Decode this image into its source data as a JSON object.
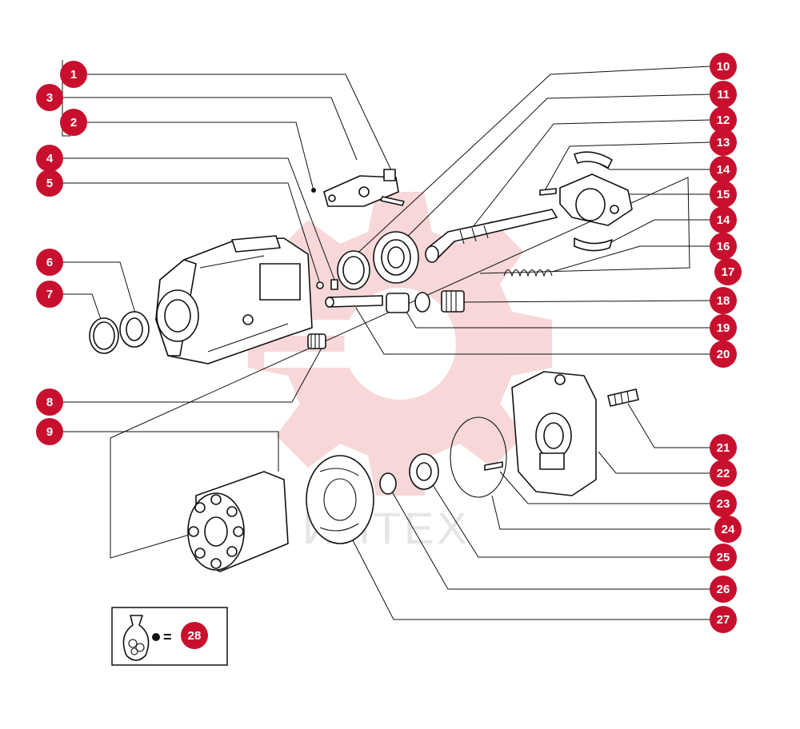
{
  "watermark": {
    "text": "ИНТЕХ",
    "color": "#f2b8b8"
  },
  "accent_color": "#c8102e",
  "callouts": [
    {
      "label": "1"
    },
    {
      "label": "3"
    },
    {
      "label": "2"
    },
    {
      "label": "4"
    },
    {
      "label": "5"
    },
    {
      "label": "6"
    },
    {
      "label": "7"
    },
    {
      "label": "8"
    },
    {
      "label": "9"
    },
    {
      "label": "10"
    },
    {
      "label": "11"
    },
    {
      "label": "12"
    },
    {
      "label": "13"
    },
    {
      "label": "14"
    },
    {
      "label": "15"
    },
    {
      "label": "14"
    },
    {
      "label": "16"
    },
    {
      "label": "17"
    },
    {
      "label": "18"
    },
    {
      "label": "19"
    },
    {
      "label": "20"
    },
    {
      "label": "21"
    },
    {
      "label": "22"
    },
    {
      "label": "23"
    },
    {
      "label": "24"
    },
    {
      "label": "25"
    },
    {
      "label": "26"
    },
    {
      "label": "27"
    }
  ],
  "legend": {
    "bag_icon": "parts-bag-icon",
    "equals": "=",
    "label": "28"
  }
}
